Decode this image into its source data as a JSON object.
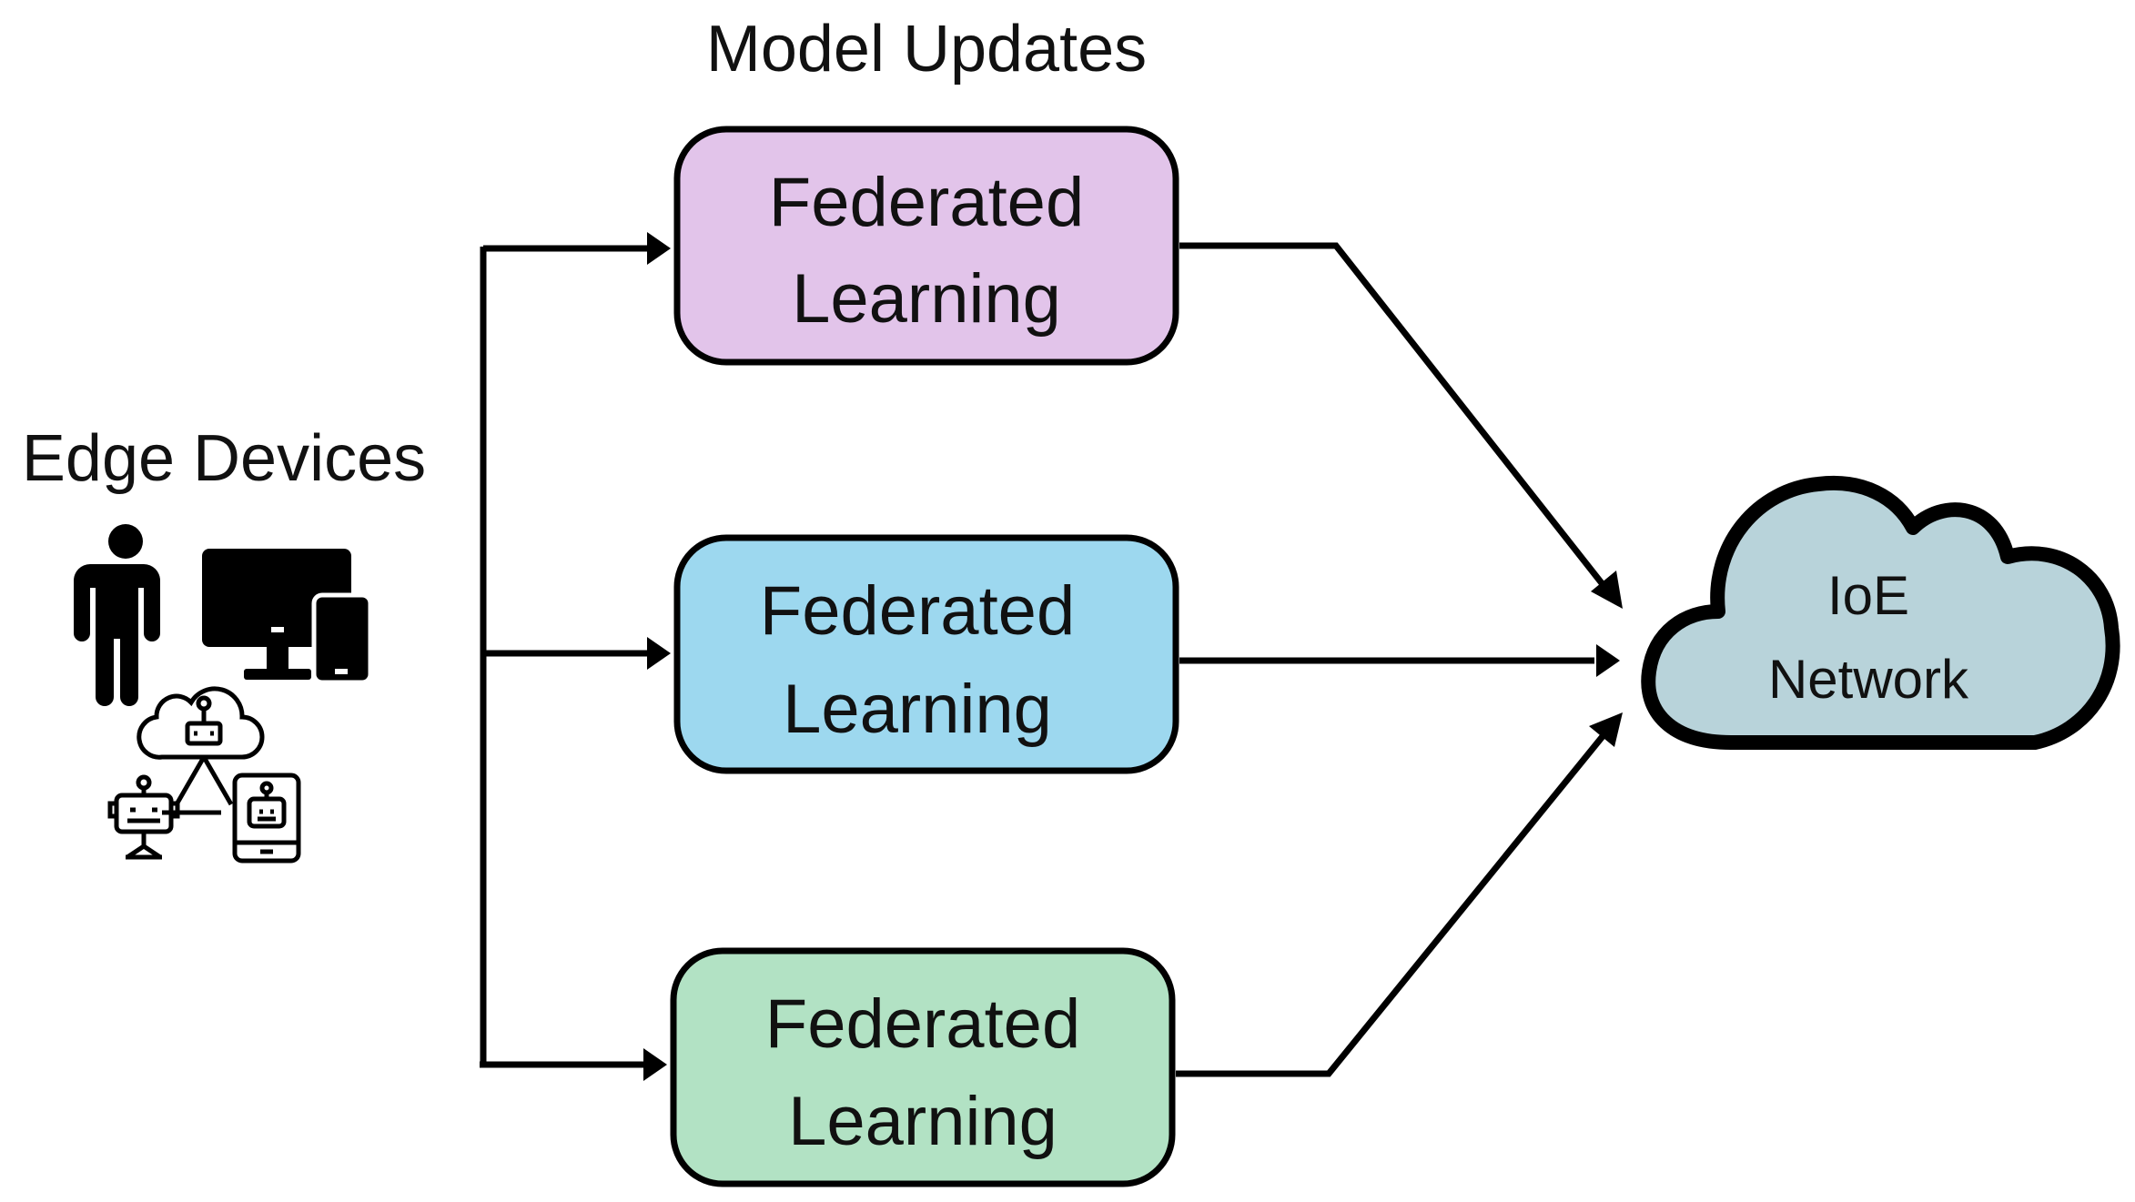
{
  "diagram": {
    "top_label": "Model Updates",
    "source": {
      "label": "Edge Devices",
      "icons": [
        "person-icon",
        "desktop-monitor-icon",
        "smartphone-icon",
        "cloud-network-icon",
        "robot-computer-icon",
        "robot-phone-icon"
      ]
    },
    "boxes": [
      {
        "line1": "Federated",
        "line2": "Learning",
        "color": "#e2c4ea"
      },
      {
        "line1": "Federated",
        "line2": "Learning",
        "color": "#9dd8ef"
      },
      {
        "line1": "Federated",
        "line2": "Learning",
        "color": "#b2e2c4"
      }
    ],
    "target": {
      "line1": "IoE",
      "line2": "Network",
      "color": "#b8d3da"
    }
  }
}
